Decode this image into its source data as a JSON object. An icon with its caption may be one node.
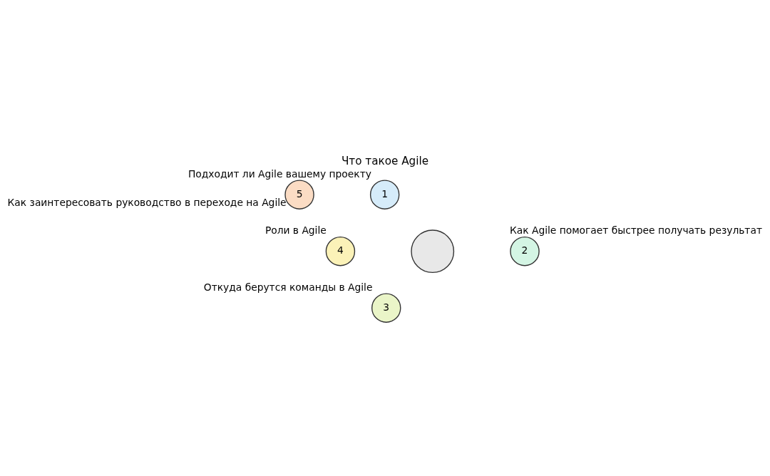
{
  "diagram": {
    "title": "Что такое Agile",
    "nodes": [
      {
        "text": [],
        "shape": "circle"
      },
      {
        "text": [
          "1"
        ],
        "beside": [
          "Подходит ли Agile вашему проекту"
        ]
      },
      {
        "text": [
          "2"
        ],
        "beside": [
          "Как Agile помогает быстрее получать результат"
        ]
      },
      {
        "text": [
          "3"
        ],
        "beside": [
          "Откуда берутся команды в Agile"
        ]
      },
      {
        "text": [
          "4"
        ],
        "beside": [
          "Роли в Agile"
        ]
      },
      {
        "text": [
          "5"
        ],
        "beside": [
          "Как заинтересовать руководство в переходе на Agile"
        ]
      }
    ],
    "edges": []
  }
}
